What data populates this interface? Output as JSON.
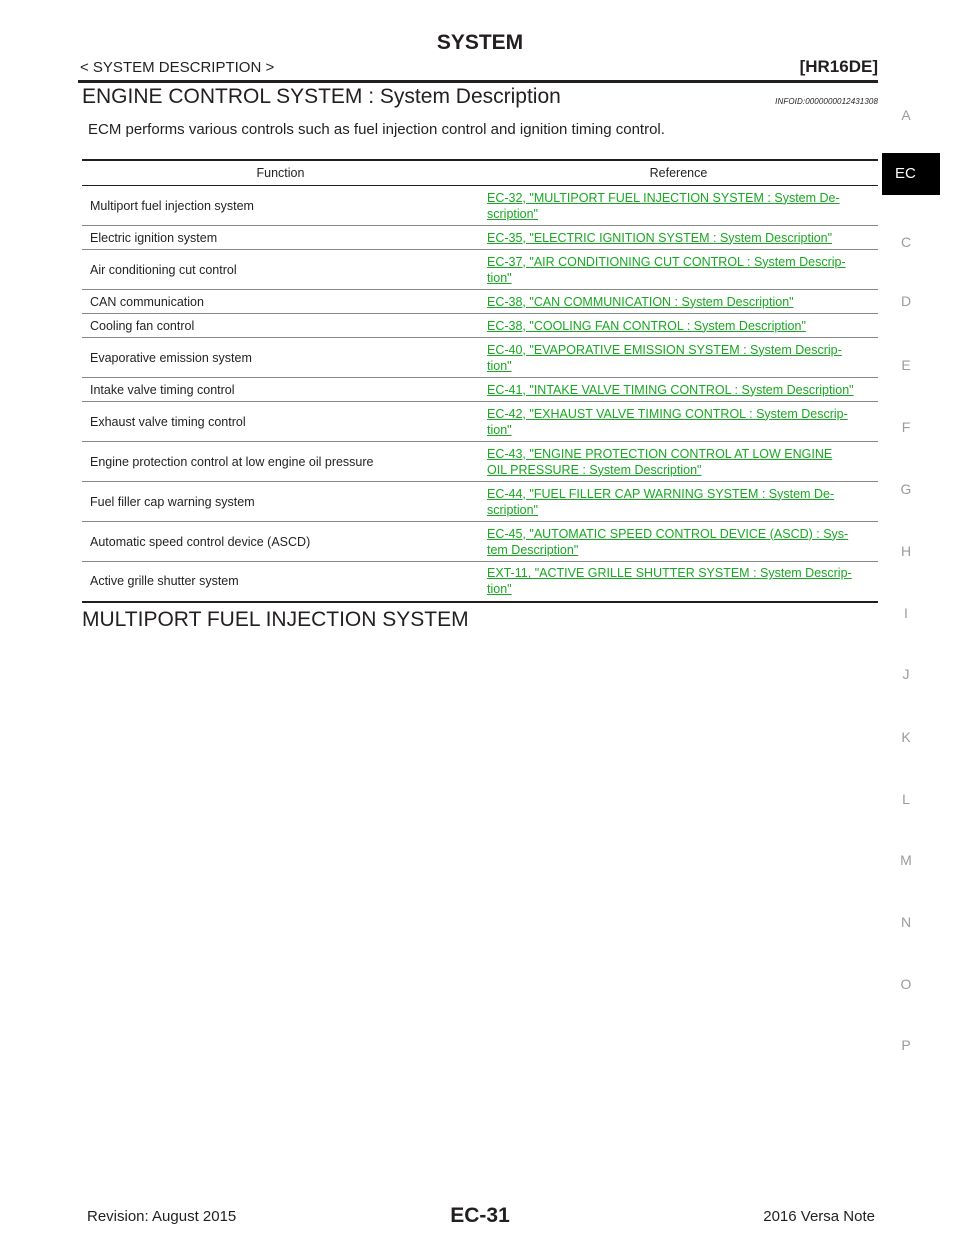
{
  "header": {
    "title": "SYSTEM",
    "breadcrumb": "< SYSTEM DESCRIPTION >",
    "model": "[HR16DE]"
  },
  "section": {
    "title": "ENGINE CONTROL SYSTEM : System Description",
    "infoid": "INFOID:0000000012431308",
    "intro": "ECM performs various controls such as fuel injection control and ignition timing control."
  },
  "table": {
    "headers": [
      "Function",
      "Reference"
    ],
    "rows": [
      {
        "function": "Multiport fuel injection system",
        "ref_line1": "EC-32, \"MULTIPORT FUEL INJECTION SYSTEM : System De-",
        "ref_line2": "scription\""
      },
      {
        "function": "Electric ignition system",
        "ref_line1": "EC-35, \"ELECTRIC IGNITION SYSTEM : System Description\"",
        "ref_line2": ""
      },
      {
        "function": "Air conditioning cut control",
        "ref_line1": "EC-37, \"AIR CONDITIONING CUT CONTROL : System Descrip-",
        "ref_line2": "tion\""
      },
      {
        "function": "CAN communication",
        "ref_line1": "EC-38, \"CAN COMMUNICATION : System Description\"",
        "ref_line2": ""
      },
      {
        "function": "Cooling fan control",
        "ref_line1": "EC-38, \"COOLING FAN CONTROL : System Description\"",
        "ref_line2": ""
      },
      {
        "function": "Evaporative emission system",
        "ref_line1": "EC-40, \"EVAPORATIVE EMISSION SYSTEM : System Descrip-",
        "ref_line2": "tion\""
      },
      {
        "function": "Intake valve timing control",
        "ref_line1": "EC-41, \"INTAKE VALVE TIMING CONTROL : System Description\"",
        "ref_line2": ""
      },
      {
        "function": "Exhaust valve timing control",
        "ref_line1": "EC-42, \"EXHAUST VALVE TIMING CONTROL : System Descrip-",
        "ref_line2": "tion\""
      },
      {
        "function": "Engine protection control at low engine oil pressure",
        "ref_line1": "EC-43, \"ENGINE PROTECTION CONTROL AT LOW ENGINE",
        "ref_line2": "OIL PRESSURE : System Description\""
      },
      {
        "function": "Fuel filler cap warning system",
        "ref_line1": "EC-44, \"FUEL FILLER CAP WARNING SYSTEM : System De-",
        "ref_line2": "scription\""
      },
      {
        "function": "Automatic speed control device (ASCD)",
        "ref_line1": "EC-45, \"AUTOMATIC SPEED CONTROL DEVICE (ASCD) : Sys-",
        "ref_line2": "tem Description\""
      },
      {
        "function": "Active grille shutter system",
        "ref_line1": "EXT-11, \"ACTIVE GRILLE SHUTTER SYSTEM : System Descrip-",
        "ref_line2": "tion\""
      }
    ]
  },
  "section2": {
    "title": "MULTIPORT FUEL INJECTION SYSTEM"
  },
  "side_index": {
    "letters": [
      "A",
      "C",
      "D",
      "E",
      "F",
      "G",
      "H",
      "I",
      "J",
      "K",
      "L",
      "M",
      "N",
      "O",
      "P"
    ],
    "active": "EC"
  },
  "footer": {
    "revision": "Revision: August 2015",
    "page": "EC-31",
    "vehicle": "2016 Versa Note"
  },
  "colors": {
    "link": "#18a822",
    "text": "#231f20",
    "side_letter": "#9b9b9b"
  }
}
